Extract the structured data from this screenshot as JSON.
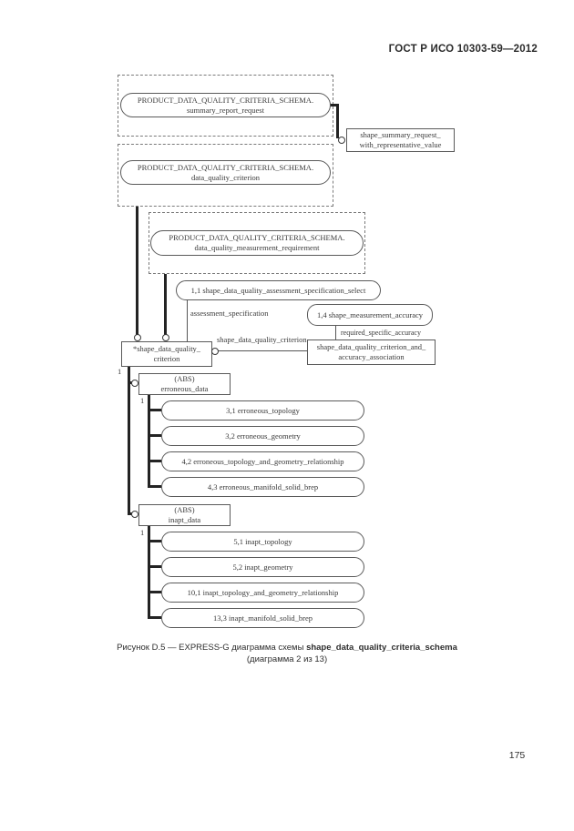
{
  "page": {
    "header": "ГОСТ Р ИСО 10303-59—2012",
    "page_number": "175"
  },
  "caption": {
    "prefix": "Рисунок D.5 — EXPRESS-G диаграмма схемы ",
    "schema_name_bold": "shape_data_quality_criteria_schema",
    "line2": "(диаграмма 2 из 13)"
  },
  "colors": {
    "ink": "#333333",
    "line": "#232323",
    "border": "#5a5a5a",
    "background": "#ffffff"
  },
  "diagram": {
    "interschema_refs": [
      {
        "line1": "PRODUCT_DATA_QUALITY_CRITERIA_SCHEMA.",
        "line2": "summary_report_request"
      },
      {
        "line1": "PRODUCT_DATA_QUALITY_CRITERIA_SCHEMA.",
        "line2": "data_quality_criterion"
      },
      {
        "line1": "PRODUCT_DATA_QUALITY_CRITERIA_SCHEMA.",
        "line2": "data_quality_measurement_requirement"
      }
    ],
    "summary_request_box": {
      "line1": "shape_summary_request_",
      "line2": "with_representative_value"
    },
    "select_stadium": "1,1 shape_data_quality_assessment_specification_select",
    "accuracy_stadium": "1,4 shape_measurement_accuracy",
    "criterion_box": {
      "line1": "*shape_data_quality_",
      "line2": "criterion"
    },
    "association_box": {
      "line1": "shape_data_quality_criterion_and_",
      "line2": "accuracy_association"
    },
    "labels": {
      "assessment_specification": "assessment_specification",
      "required_specific_accuracy": "required_specific_accuracy",
      "shape_data_quality_criterion": "shape_data_quality_criterion",
      "one": "1"
    },
    "erroneous": {
      "abs_line1": "(ABS)",
      "abs_line2": "erroneous_data",
      "items": [
        "3,1 erroneous_topology",
        "3,2 erroneous_geometry",
        "4,2 erroneous_topology_and_geometry_relationship",
        "4,3 erroneous_manifold_solid_brep"
      ]
    },
    "inapt": {
      "abs_line1": "(ABS)",
      "abs_line2": "inapt_data",
      "items": [
        "5,1 inapt_topology",
        "5,2 inapt_geometry",
        "10,1 inapt_topology_and_geometry_relationship",
        "13,3 inapt_manifold_solid_brep"
      ]
    }
  }
}
